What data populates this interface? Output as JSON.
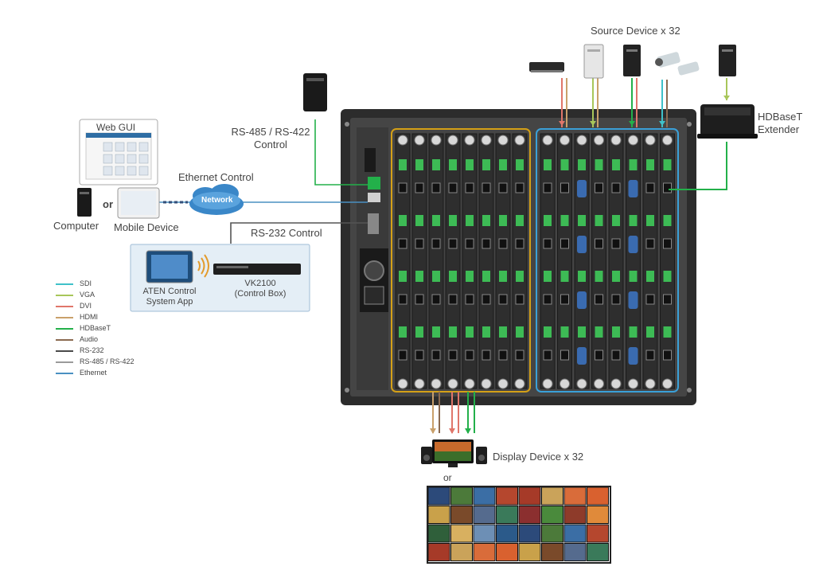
{
  "labels": {
    "source_devices": "Source Device x 32",
    "hdbaset_extender": "HDBaseT\nExtender",
    "rs485_control": "RS-485 / RS-422\nControl",
    "web_gui": "Web GUI",
    "ethernet_control": "Ethernet Control",
    "network": "Network",
    "computer": "Computer",
    "or_1": "or",
    "mobile_device": "Mobile Device",
    "rs232_control": "RS-232 Control",
    "aten_app": "ATEN Control\nSystem App",
    "vk2100": "VK2100\n(Control Box)",
    "display_devices": "Display Device x 32",
    "or_2": "or"
  },
  "legend": [
    {
      "label": "SDI",
      "color": "#3fc1c9"
    },
    {
      "label": "VGA",
      "color": "#a8c65a"
    },
    {
      "label": "DVI",
      "color": "#e0766a"
    },
    {
      "label": "HDMI",
      "color": "#c9a06b"
    },
    {
      "label": "HDBaseT",
      "color": "#23b04a"
    },
    {
      "label": "Audio",
      "color": "#8b6a50"
    },
    {
      "label": "RS-232",
      "color": "#4a4a4a"
    },
    {
      "label": "RS-485 / RS-422",
      "color": "#9a9a9a"
    },
    {
      "label": "Ethernet",
      "color": "#4a90c2"
    }
  ],
  "colors": {
    "chassis": "#3a3a3a",
    "input_group_border": "#d4a017",
    "output_group_border": "#3aa0d8",
    "control_box_bg": "#e4eef6"
  }
}
